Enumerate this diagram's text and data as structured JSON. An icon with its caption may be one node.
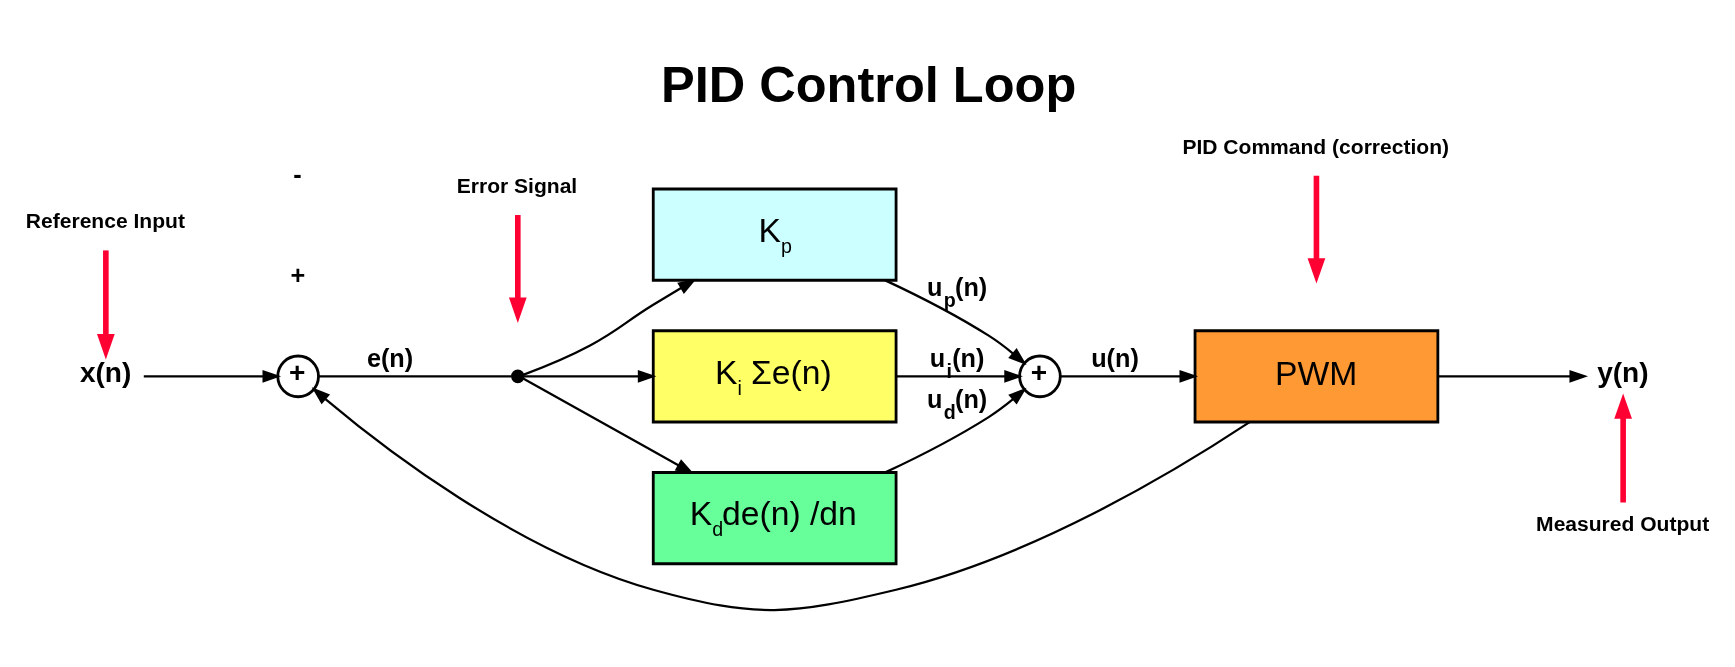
{
  "diagram": {
    "title": "PID Control Loop",
    "nodes": [
      {
        "text": [
          "Reference Input"
        ]
      },
      {
        "text": [
          "Error Signal"
        ]
      },
      {
        "text": [
          "x(n)"
        ]
      },
      {
        "text": [
          "+"
        ]
      },
      {
        "text": [],
        "shape": "circle"
      },
      {
        "text": [
          "K$_{p}$"
        ]
      },
      {
        "text": [
          "K$_{i}$ Σe(n)"
        ]
      },
      {
        "text": [
          "K$_{d}$de(n) /dn"
        ]
      },
      {
        "text": [
          "+"
        ]
      },
      {
        "text": [
          "PID Command (correction)"
        ]
      },
      {
        "text": [
          "PWM"
        ]
      },
      {
        "text": [
          "y(n)"
        ]
      },
      {
        "text": [
          "Measured Output"
        ]
      }
    ],
    "edges": [
      {
        "from": 0,
        "to": 2,
        "arrow": "to",
        "style": "thick",
        "color": "#ff0033"
      },
      {
        "from": 1,
        "to": null,
        "arrow": "to",
        "style": "thick",
        "color": "#ff0033"
      },
      {
        "from": 2,
        "to": 3,
        "arrow": "to"
      },
      {
        "from": 3,
        "to": 4,
        "label": "e(n)",
        "arrow": "none"
      },
      {
        "from": 4,
        "to": 5,
        "arrow": "to"
      },
      {
        "from": 4,
        "to": 6,
        "arrow": "to"
      },
      {
        "from": 4,
        "to": 7,
        "arrow": "to"
      },
      {
        "from": 5,
        "to": 8,
        "label": "u$_{p}$(n)",
        "arrow": "to"
      },
      {
        "from": 6,
        "to": 8,
        "label": "u$_{i}$(n)",
        "arrow": "to"
      },
      {
        "from": 7,
        "to": 8,
        "label": "u$_{d}$(n)",
        "arrow": "to"
      },
      {
        "from": 9,
        "to": null,
        "arrow": "to",
        "style": "thick",
        "color": "#ff0033"
      },
      {
        "from": 8,
        "to": 10,
        "label": "u(n)",
        "arrow": "to"
      },
      {
        "from": 10,
        "to": 11,
        "arrow": "to"
      },
      {
        "from": 10,
        "to": 3,
        "arrow": "to"
      },
      {
        "from": 12,
        "to": 11,
        "arrow": "to",
        "style": "thick",
        "color": "#ff0033"
      }
    ],
    "labels": [
      "+",
      "-"
    ]
  }
}
